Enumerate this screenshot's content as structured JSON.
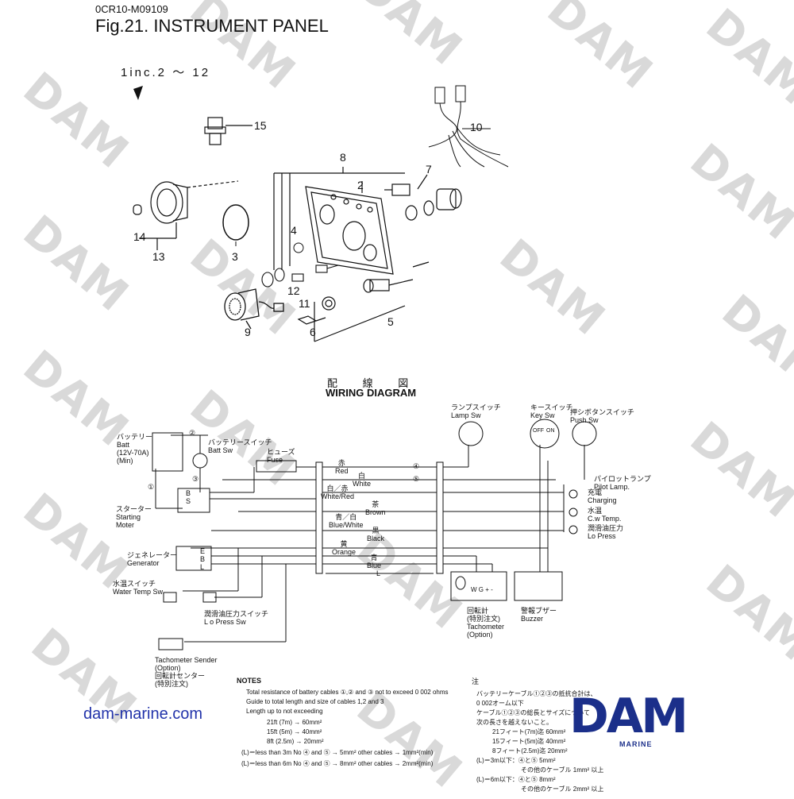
{
  "header": {
    "code": "0CR10-M09109",
    "title": "Fig.21.  INSTRUMENT PANEL"
  },
  "exploded_view": {
    "note": "1inc.2 ～ 12",
    "callouts": [
      "15",
      "10",
      "8",
      "7",
      "2",
      "4",
      "14",
      "13",
      "3",
      "12",
      "11",
      "9",
      "6",
      "5"
    ]
  },
  "wiring": {
    "title_jp": "配 線 図",
    "title_en": "WIRING DIAGRAM",
    "labels": {
      "battery": "バッテリー\nBatt\n(12V-70A)\n(Min)",
      "batt_sw": "バッテリースイッチ\nBatt Sw",
      "fuse": "ヒューズ\nFuse",
      "starter": "スターター\nStarting\nMoter",
      "generator": "ジェネレーター\nGenerator",
      "water_temp_sw": "水温スイッチ\nWater Temp Sw.",
      "lo_press_sw": "潤滑油圧力スイッチ\nL o Press Sw",
      "tach_sender": "Tachometer Sender\n(Option)\n回転計センター\n(特別注文)",
      "lamp_sw": "ランプスイッチ\nLamp Sw",
      "key_sw": "キースイッチ\nKey Sw",
      "push_sw": "押シボタンスイッチ\nPush Sw",
      "pilot_lamp": "パイロットランプ\nPilot Lamp.",
      "charging": "充電\nCharging",
      "cw_temp": "水温\nC.w Temp.",
      "lo_press": "潤滑油圧力\nLo Press",
      "tachometer": "回転計\n(特別注文)\nTachometer\n(Option)",
      "buzzer": "警報ブザー\nBuzzer",
      "key_off": "OFF",
      "key_on": "ON",
      "length": "L",
      "tach_terms": "W G + -",
      "starter_terms": "B\nS",
      "gen_terms": "E\nB\nL",
      "circled_1": "①",
      "circled_2": "②",
      "circled_3": "③",
      "circled_4": "④",
      "circled_5": "⑤"
    },
    "wires": [
      {
        "jp": "赤",
        "en": "Red"
      },
      {
        "jp": "白",
        "en": "White"
      },
      {
        "jp": "白／赤",
        "en": "White/Red"
      },
      {
        "jp": "茶",
        "en": "Brown"
      },
      {
        "jp": "青／白",
        "en": "Blue/White"
      },
      {
        "jp": "黒",
        "en": "Black"
      },
      {
        "jp": "黄",
        "en": "Orange"
      },
      {
        "jp": "青",
        "en": "Blue"
      }
    ]
  },
  "notes": {
    "heading": "NOTES",
    "en": [
      "Total resistance of battery cables ①,② and ③ not to exceed 0 002 ohms",
      "Guide to total length and size of cables 1,2 and 3",
      "Length up to not exceeding",
      "21ft (7m)  →  60mm²",
      "15ft (5m)  →  40mm²",
      "8ft (2.5m)  →  20mm²",
      "(L)＝less than 3m    No   ④ and ⑤  →  5mm²  other cables  →  1mm²(min)",
      "(L)＝less than 6m    No   ④ and ⑤  →  8mm²  other cables  →  2mm²(min)"
    ],
    "jp_heading": "注",
    "jp": [
      "バッテリーケーブル①②③の抵抗合計は、",
      "0 002オーム以下",
      "ケーブル①②③の総長とサイズについて",
      "次の長さを越えないこと。",
      "21フィート(7m)迄     60mm²",
      "15フィート(5m)迄     40mm²",
      "8フィート(2.5m)迄    20mm²",
      "(L)＝3m以下：④と⑤   5mm²",
      "その他のケーブル 1mm² 以上",
      "(L)＝6m以下：④と⑤   8mm²",
      "その他のケーブル 2mm² 以上"
    ]
  },
  "footer": {
    "site": "dam-marine.com",
    "logo": "DAM",
    "logo_sub": "MARINE"
  },
  "watermark": "DAM",
  "colors": {
    "ink": "#111111",
    "brand": "#1b2f8a",
    "link": "#2233aa",
    "watermark": "#d9d9d9"
  }
}
